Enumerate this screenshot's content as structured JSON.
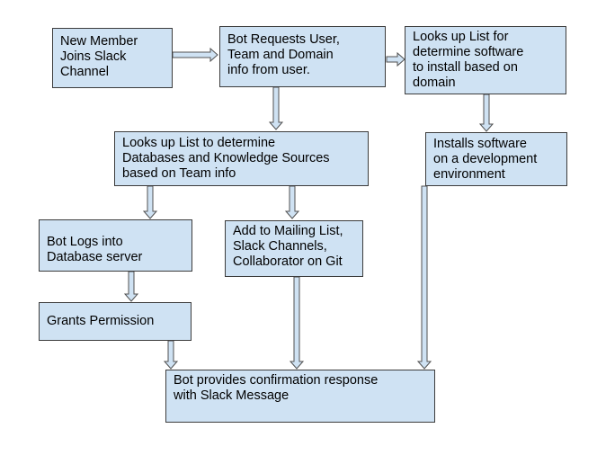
{
  "nodes": {
    "new_member": "New Member\nJoins Slack\nChannel",
    "bot_requests": "Bot Requests User,\nTeam and Domain\ninfo from user.",
    "lookup_software": "Looks up List for\ndetermine software\nto install based on\ndomain",
    "lookup_databases": "Looks up List to determine\nDatabases and Knowledge Sources\nbased on Team info",
    "installs_software": "Installs software\non a development\nenvironment",
    "bot_logs": "Bot Logs into\nDatabase server",
    "add_mailing": "Add to Mailing List,\nSlack Channels,\nCollaborator on Git",
    "grants_permission": "Grants Permission",
    "confirmation": "Bot provides confirmation response\nwith Slack Message"
  },
  "colors": {
    "box_fill": "#cfe2f3",
    "box_border": "#3c3c3c",
    "arrow_fill": "#cfe2f3",
    "arrow_stroke": "#505050"
  },
  "edges": [
    {
      "from": "new_member",
      "to": "bot_requests",
      "direction": "right"
    },
    {
      "from": "bot_requests",
      "to": "lookup_software",
      "direction": "right"
    },
    {
      "from": "bot_requests",
      "to": "lookup_databases",
      "direction": "down"
    },
    {
      "from": "lookup_software",
      "to": "installs_software",
      "direction": "down"
    },
    {
      "from": "lookup_databases",
      "to": "bot_logs",
      "direction": "down"
    },
    {
      "from": "lookup_databases",
      "to": "add_mailing",
      "direction": "down"
    },
    {
      "from": "bot_logs",
      "to": "grants_permission",
      "direction": "down"
    },
    {
      "from": "grants_permission",
      "to": "confirmation",
      "direction": "down"
    },
    {
      "from": "add_mailing",
      "to": "confirmation",
      "direction": "down"
    },
    {
      "from": "installs_software",
      "to": "confirmation",
      "direction": "down"
    }
  ]
}
